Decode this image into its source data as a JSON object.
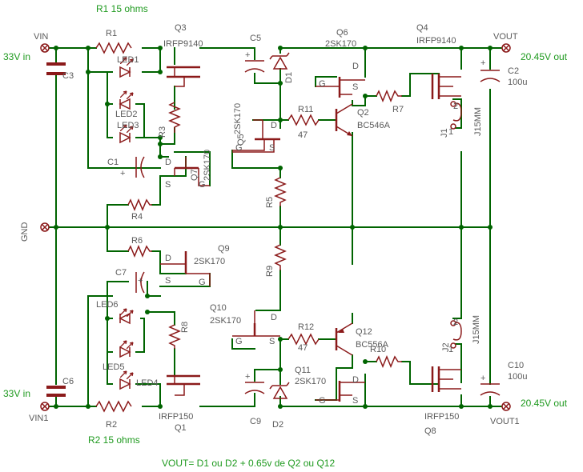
{
  "annotations": {
    "r1_note": "R1 15 ohms",
    "r2_note": "R2 15 ohms",
    "vout_note": "VOUT= D1 ou D2 + 0.65v de Q2 ou Q12",
    "in_top": "33V in",
    "in_bottom": "33V in",
    "out_top": "20.45V out",
    "out_bottom": "20.45V out"
  },
  "terminals": {
    "vin": "VIN",
    "vin1": "VIN1",
    "gnd": "GND",
    "vout": "VOUT",
    "vout1": "VOUT1"
  },
  "parts": {
    "r1": "R1",
    "r2": "R2",
    "r3": "R3",
    "r4": "R4",
    "r5": "R5",
    "r6": "R6",
    "r7": "R7",
    "r8": "R8",
    "r9": "R9",
    "r10": "R10",
    "r11": "R11",
    "r11_val": "47",
    "r12": "R12",
    "r12_val": "47",
    "c1": "C1",
    "c2": "C2",
    "c2_val": "100u",
    "c3": "C3",
    "c5": "C5",
    "c6": "C6",
    "c7": "C7",
    "c9": "C9",
    "c10": "C10",
    "c10_val": "100u",
    "d1": "D1",
    "d2": "D2",
    "led1": "LED1",
    "led2": "LED2",
    "led3": "LED3",
    "led4": "LED4",
    "led5": "LED5",
    "led6": "LED6",
    "q1": "Q1",
    "q1_type": "IRFP150",
    "q2": "Q2",
    "q2_type": "BC546A",
    "q3": "Q3",
    "q3_type": "IRFP9140",
    "q4": "Q4",
    "q4_type": "IRFP9140",
    "q5": "Q5",
    "q5_type": "2SK170",
    "q6": "Q6",
    "q6_type": "2SK170",
    "q7": "Q7",
    "q7_type": "2SK170",
    "q8": "Q8",
    "q8_type": "IRFP150",
    "q9": "Q9",
    "q9_type": "2SK170",
    "q10": "Q10",
    "q10_type": "2SK170",
    "q11": "Q11",
    "q11_type": "2SK170",
    "q12": "Q12",
    "q12_type": "BC556A",
    "j1": "J1",
    "j1_type": "J15MM",
    "j2": "J2",
    "j2_type": "J15MM",
    "pin_d": "D",
    "pin_s": "S",
    "pin_g": "G",
    "pin1": "1",
    "pin2": "2",
    "plus": "+"
  }
}
